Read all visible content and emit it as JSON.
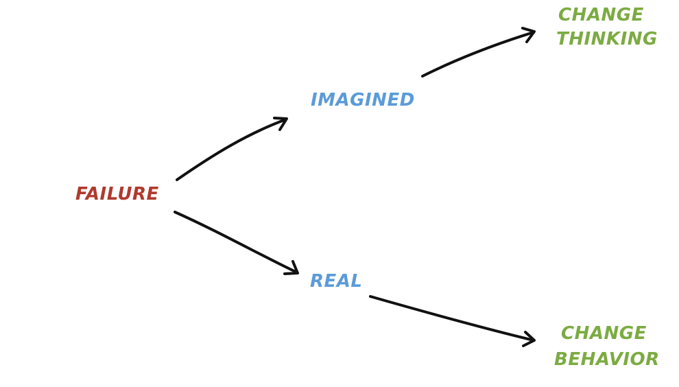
{
  "colors": {
    "failure": "#b03a2e",
    "middle": "#5b9bd8",
    "outcome": "#7cab42",
    "arrow": "#111111",
    "background": "#ffffff"
  },
  "nodes": {
    "failure": {
      "label": "FAILURE"
    },
    "imagined": {
      "label": "IMAGINED"
    },
    "real": {
      "label": "REAL"
    },
    "change_thinking": {
      "line1": "CHANGE",
      "line2": "THINKING"
    },
    "change_behavior": {
      "line1": "CHANGE",
      "line2": "BEHAVIOR"
    }
  },
  "edges": [
    {
      "from": "failure",
      "to": "imagined"
    },
    {
      "from": "failure",
      "to": "real"
    },
    {
      "from": "imagined",
      "to": "change_thinking"
    },
    {
      "from": "real",
      "to": "change_behavior"
    }
  ]
}
